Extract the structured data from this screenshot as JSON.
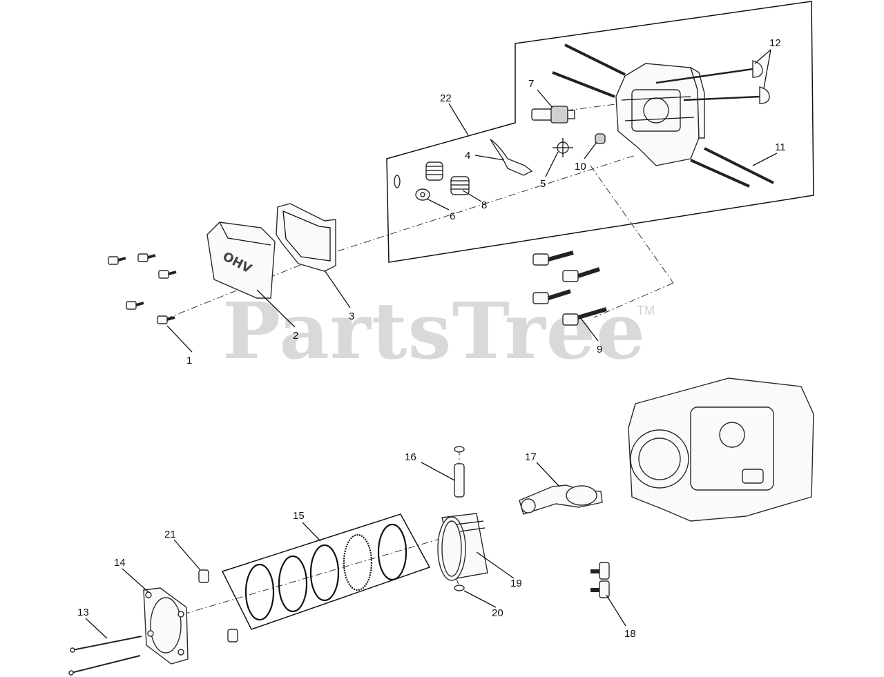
{
  "watermark": {
    "brand": "PartsTree",
    "trademark": "TM"
  },
  "callouts": [
    "1",
    "2",
    "3",
    "4",
    "5",
    "6",
    "7",
    "8",
    "9",
    "10",
    "11",
    "12",
    "13",
    "14",
    "15",
    "16",
    "17",
    "18",
    "19",
    "20",
    "21",
    "22"
  ],
  "cover_stamp": "OHV",
  "colors": {
    "line": "#111111",
    "watermark": "#d9d9d9",
    "background": "#ffffff"
  }
}
